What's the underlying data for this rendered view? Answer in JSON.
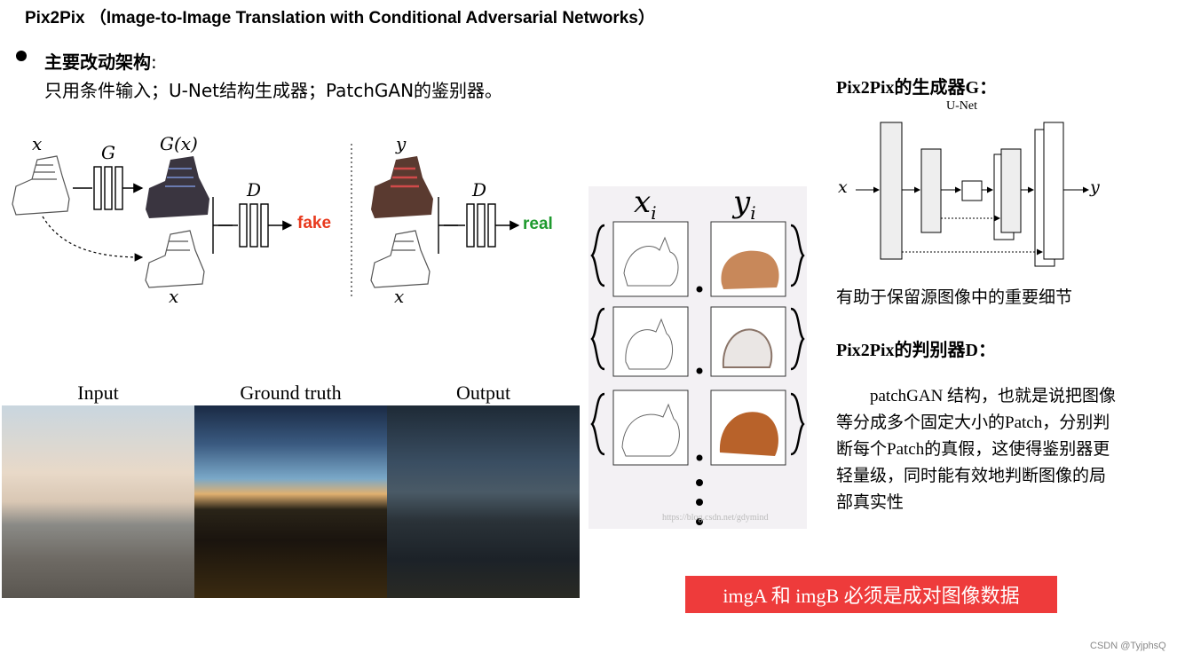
{
  "title": "Pix2Pix （Image-to-Image Translation with Conditional Adversarial Networks）",
  "section": {
    "heading": "主要改动架构",
    "colon": ":",
    "description": "只用条件输入；U-Net结构生成器；PatchGAN的鉴别器。"
  },
  "gan_diagram": {
    "x_label": "x",
    "g_label": "G",
    "gx_label": "G(x)",
    "d_label": "D",
    "fake_label": "fake",
    "y_label": "y",
    "real_label": "real",
    "fake_color": "#e83a1e",
    "real_color": "#1e9a2e"
  },
  "photos": {
    "labels": [
      "Input",
      "Ground truth",
      "Output"
    ]
  },
  "pairs": {
    "xi_label": "x",
    "xi_sub": "i",
    "yi_label": "y",
    "yi_sub": "i",
    "watermark": "https://blog.csdn.net/gdymind"
  },
  "generator": {
    "heading": "Pix2Pix的生成器G：",
    "unet_label": "U-Net",
    "in_label": "x",
    "out_label": "y",
    "note": "有助于保留源图像中的重要细节"
  },
  "discriminator": {
    "heading": "Pix2Pix的判别器D：",
    "lines": [
      "　　patchGAN 结构，也就是说把图像",
      "等分成多个固定大小的Patch，分别判",
      "断每个Patch的真假，这使得鉴别器更",
      "轻量级，同时能有效地判断图像的局",
      "部真实性"
    ]
  },
  "highlight": "imgA 和 imgB 必须是成对图像数据",
  "credit": "CSDN @TyjphsQ"
}
